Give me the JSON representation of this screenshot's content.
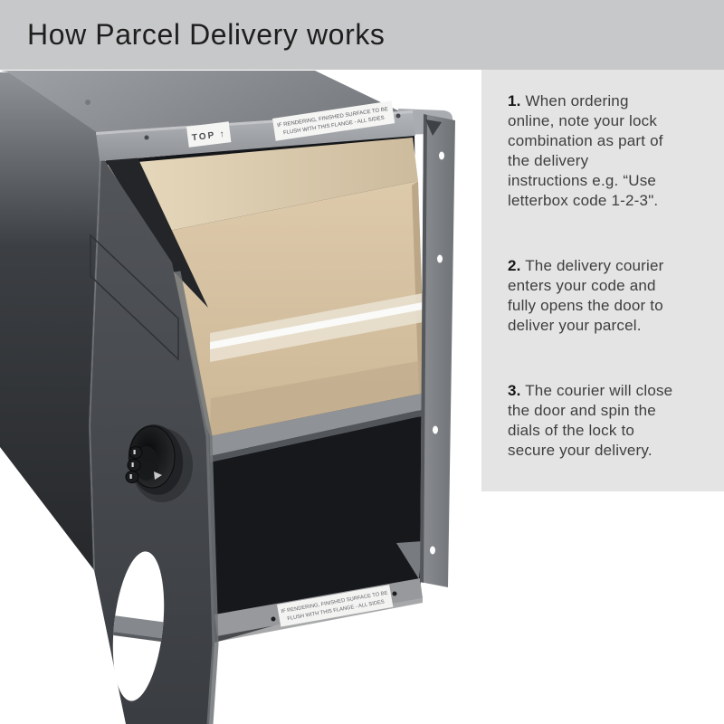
{
  "header": {
    "title": "How Parcel Delivery works"
  },
  "instructions": {
    "steps": [
      {
        "num": "1.",
        "text": "When ordering\nonline, note your lock\ncombination as part of\nthe delivery\ninstructions e.g. “Use\nletterbox code 1-2-3\"."
      },
      {
        "num": "2.",
        "text": "The delivery courier\nenters your code and\nfully opens the door to\ndeliver your parcel."
      },
      {
        "num": "3.",
        "text": "The courier will close\nthe door and spin the\ndials of the lock to\nsecure your delivery."
      }
    ]
  },
  "photo": {
    "top_sticker": {
      "text": "TOP ↑"
    },
    "flange_sticker": {
      "line1": "IF RENDERING, FINISHED SURFACE TO BE",
      "line2": "FLUSH WITH THIS FLANGE - ALL SIDES"
    },
    "bottom_sticker": {
      "line1": "IF RENDERING, FINISHED SURFACE TO BE",
      "line2": "FLUSH WITH THIS FLANGE - ALL SIDES"
    },
    "colors": {
      "banner": "#c7c8c9",
      "panel": "#e4e4e4",
      "box_top": "#8f9296",
      "box_front": "#45484d",
      "box_side": "#55585d",
      "cardboard": "#d9c5a5",
      "interior": "#141619",
      "sticker": "#f5f5f3"
    }
  }
}
